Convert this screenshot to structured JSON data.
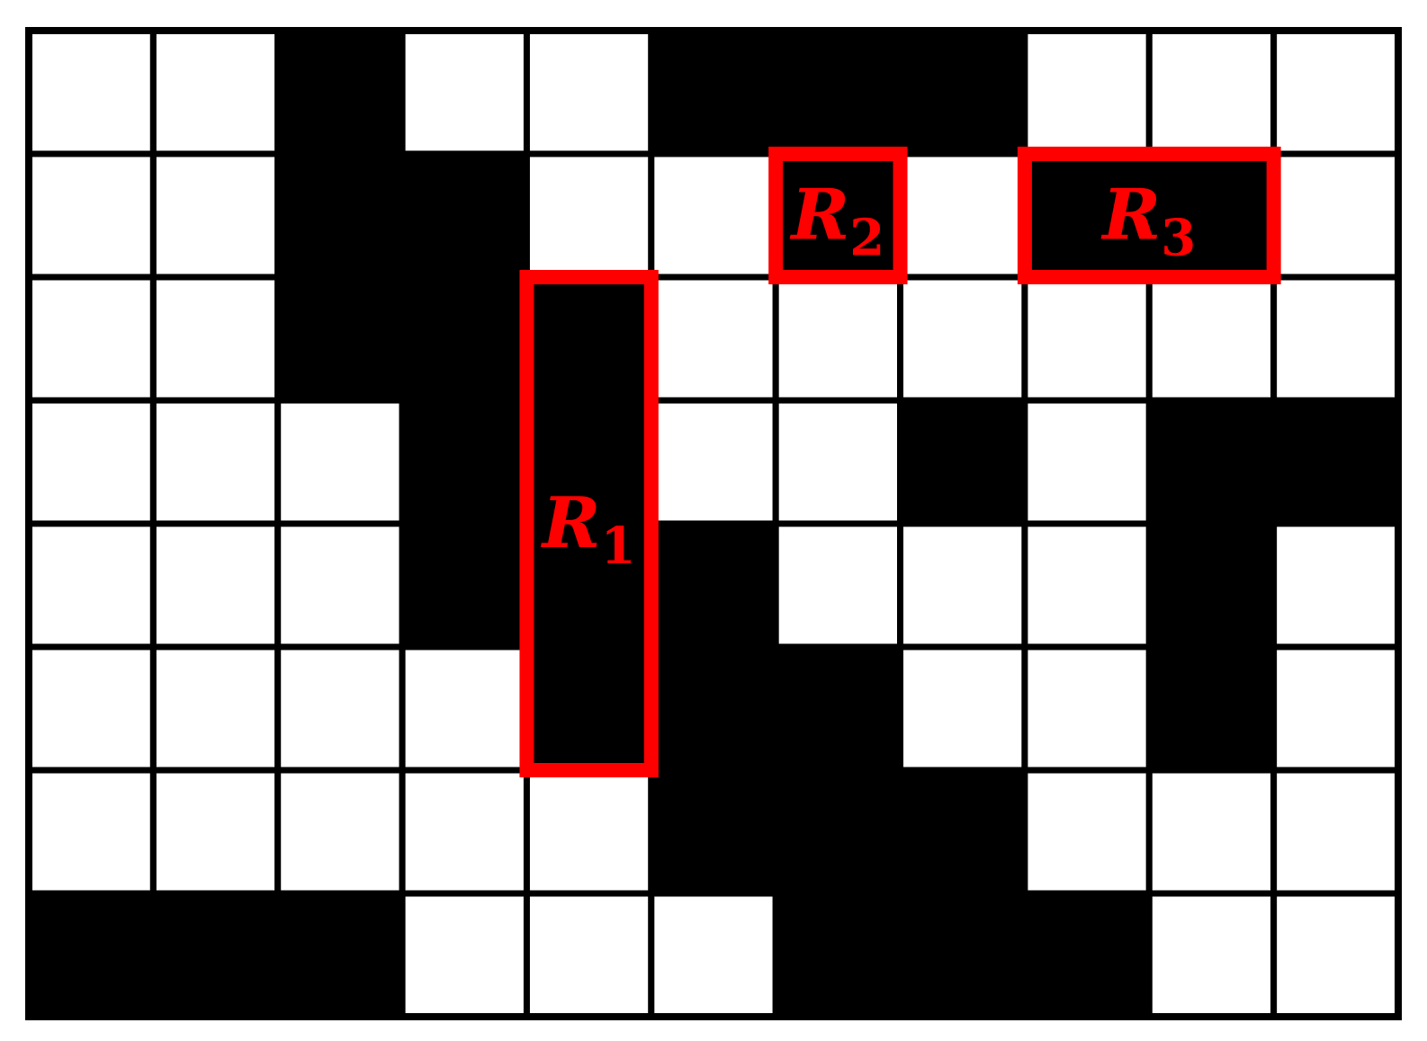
{
  "grid": {
    "rows": 8,
    "cols": 11,
    "cells": [
      [
        0,
        0,
        1,
        0,
        0,
        1,
        1,
        1,
        0,
        0,
        0
      ],
      [
        0,
        0,
        1,
        1,
        0,
        0,
        1,
        0,
        1,
        1,
        0
      ],
      [
        0,
        0,
        1,
        1,
        1,
        0,
        0,
        0,
        0,
        0,
        0
      ],
      [
        0,
        0,
        0,
        1,
        1,
        0,
        0,
        1,
        0,
        1,
        1
      ],
      [
        0,
        0,
        0,
        1,
        1,
        1,
        0,
        0,
        0,
        1,
        0
      ],
      [
        0,
        0,
        0,
        0,
        1,
        1,
        1,
        0,
        0,
        1,
        0
      ],
      [
        0,
        0,
        0,
        0,
        0,
        1,
        1,
        1,
        0,
        0,
        0
      ],
      [
        1,
        1,
        1,
        0,
        0,
        0,
        1,
        1,
        1,
        0,
        0
      ]
    ],
    "colors": {
      "filled": "#000000",
      "empty": "#ffffff",
      "line": "#000000"
    }
  },
  "regions": [
    {
      "id": "R1",
      "letter": "R",
      "sub": "1",
      "row": 2,
      "col": 4,
      "rowspan": 4,
      "colspan": 1
    },
    {
      "id": "R2",
      "letter": "R",
      "sub": "2",
      "row": 1,
      "col": 6,
      "rowspan": 1,
      "colspan": 1
    },
    {
      "id": "R3",
      "letter": "R",
      "sub": "3",
      "row": 1,
      "col": 8,
      "rowspan": 1,
      "colspan": 2
    }
  ],
  "region_color": "#ff0000"
}
